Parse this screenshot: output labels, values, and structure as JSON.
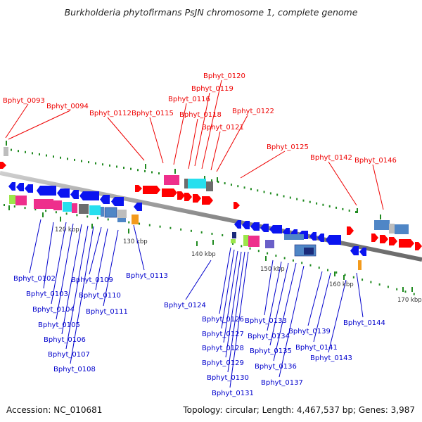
{
  "title": "Burkholderia phytofirmans PsJN chromosome 1, complete genome",
  "footer": {
    "accession": "Accession: NC_010681",
    "info": "Topology: circular; Length: 4,467,537 bp; Genes: 3,987"
  },
  "ticks": [
    "120 kbp",
    "130 kbp",
    "140 kbp",
    "150 kbp",
    "160 kbp",
    "170 kbp"
  ],
  "labels_forward": [
    "Bphyt_0093",
    "Bphyt_0094",
    "Bphyt_0112",
    "Bphyt_0115",
    "Bphyt_0116",
    "Bphyt_0118",
    "Bphyt_0119",
    "Bphyt_0120",
    "Bphyt_0121",
    "Bphyt_0122",
    "Bphyt_0125",
    "Bphyt_0142",
    "Bphyt_0146"
  ],
  "labels_reverse": [
    "Bphyt_0102",
    "Bphyt_0103",
    "Bphyt_0104",
    "Bphyt_0105",
    "Bphyt_0106",
    "Bphyt_0107",
    "Bphyt_0108",
    "Bphyt_0109",
    "Bphyt_0110",
    "Bphyt_0111",
    "Bphyt_0113",
    "Bphyt_0124",
    "Bphyt_0126",
    "Bphyt_0127",
    "Bphyt_0128",
    "Bphyt_0129",
    "Bphyt_0130",
    "Bphyt_0131",
    "Bphyt_0133",
    "Bphyt_0134",
    "Bphyt_0135",
    "Bphyt_0136",
    "Bphyt_0137",
    "Bphyt_0139",
    "Bphyt_0141",
    "Bphyt_0143",
    "Bphyt_0144"
  ],
  "colors": {
    "forward_gene": "#ff0000",
    "reverse_gene": "#0a14f0",
    "forward_label": "#ee0000",
    "reverse_label": "#0000cc",
    "backbone": "#8a8a8a",
    "tick": "#1f8a1f",
    "magenta": "#ee2f8c",
    "cyan": "#27dfee",
    "steelblue": "#4f86c6",
    "gray": "#bdbdbd",
    "darkgray": "#6c6c6c",
    "lime": "#9be64a",
    "orange": "#f39a1c",
    "navy": "#1a2a7a",
    "purple": "#6a5fc8"
  }
}
